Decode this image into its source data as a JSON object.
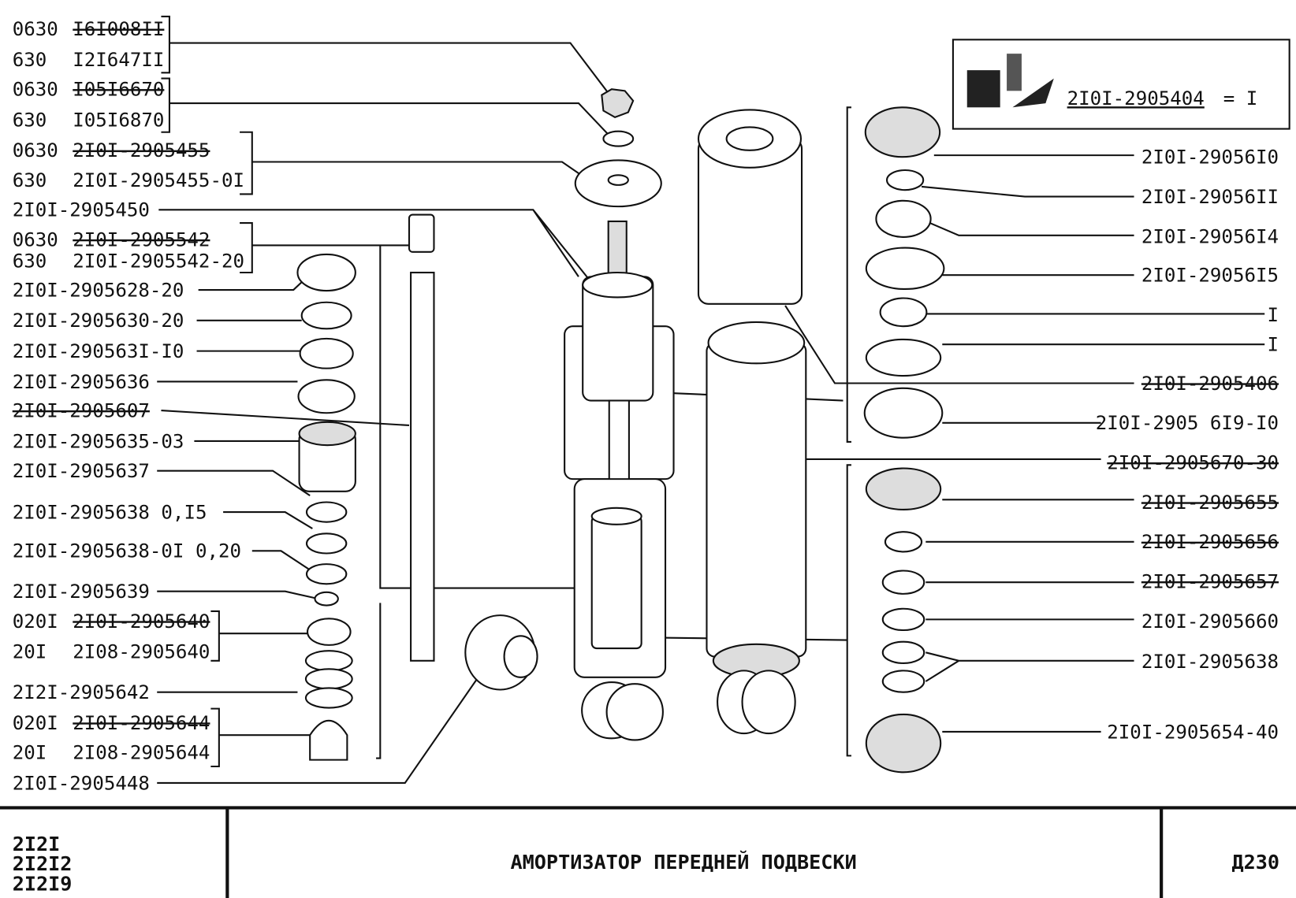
{
  "left_labels": [
    {
      "code": "0630",
      "part": "I6I008II",
      "struck": true
    },
    {
      "code": "630",
      "part": "I2I647II",
      "struck": false
    },
    {
      "code": "0630",
      "part": "I05I6670",
      "struck": true
    },
    {
      "code": "630",
      "part": "I05I6870",
      "struck": false
    },
    {
      "code": "0630",
      "part": "2I0I-2905455",
      "struck": true
    },
    {
      "code": "630",
      "part": "2I0I-2905455-0I",
      "struck": false
    },
    {
      "code": "",
      "part": "2I0I-2905450",
      "struck": false
    },
    {
      "code": "0630",
      "part": "2I0I-2905542",
      "struck": true
    },
    {
      "code": "630",
      "part": "2I0I-2905542-20",
      "struck": false
    },
    {
      "code": "",
      "part": "2I0I-2905628-20",
      "struck": false
    },
    {
      "code": "",
      "part": "2I0I-2905630-20",
      "struck": false
    },
    {
      "code": "",
      "part": "2I0I-290563I-I0",
      "struck": false
    },
    {
      "code": "",
      "part": "2I0I-2905636",
      "struck": false
    },
    {
      "code": "",
      "part": "2I0I-2905607",
      "struck": true
    },
    {
      "code": "",
      "part": "2I0I-2905635-03",
      "struck": false
    },
    {
      "code": "",
      "part": "2I0I-2905637",
      "struck": false
    },
    {
      "code": "",
      "part": "2I0I-2905638 0,I5",
      "struck": false
    },
    {
      "code": "",
      "part": "2I0I-2905638-0I 0,20",
      "struck": false
    },
    {
      "code": "",
      "part": "2I0I-2905639",
      "struck": false
    },
    {
      "code": "020I",
      "part": "2I0I-2905640",
      "struck": true
    },
    {
      "code": "20I",
      "part": "2I08-2905640",
      "struck": false
    },
    {
      "code": "",
      "part": "2I2I-2905642",
      "struck": false
    },
    {
      "code": "020I",
      "part": "2I0I-2905644",
      "struck": true
    },
    {
      "code": "20I",
      "part": "2I08-2905644",
      "struck": false
    },
    {
      "code": "",
      "part": "2I0I-2905448",
      "struck": false
    }
  ],
  "right_labels": [
    {
      "part": "2I0I-29056I0",
      "struck": false
    },
    {
      "part": "2I0I-29056II",
      "struck": false
    },
    {
      "part": "2I0I-29056I4",
      "struck": false
    },
    {
      "part": "2I0I-29056I5",
      "struck": false
    },
    {
      "part": "I",
      "struck": false
    },
    {
      "part": "I",
      "struck": false
    },
    {
      "part": "2I0I-2905406",
      "struck": true
    },
    {
      "part": "2I0I-2905 6I9-I0",
      "struck": false
    },
    {
      "part": "2I0I-2905670-30",
      "struck": true
    },
    {
      "part": "2I0I-2905655",
      "struck": true
    },
    {
      "part": "2I0I-2905656",
      "struck": true
    },
    {
      "part": "2I0I-2905657",
      "struck": true
    },
    {
      "part": "2I0I-2905660",
      "struck": false
    },
    {
      "part": "2I0I-2905638",
      "struck": false
    },
    {
      "part": "2I0I-2905654-40",
      "struck": false
    }
  ],
  "inset": {
    "part": "2I0I-2905404",
    "eq": "= I"
  },
  "footer": {
    "models": [
      "2I2I",
      "2I2I2",
      "2I2I9"
    ],
    "title": "АМОРТИЗАТОР ПЕРЕДНЕЙ ПОДВЕСКИ",
    "page": "Д230"
  }
}
